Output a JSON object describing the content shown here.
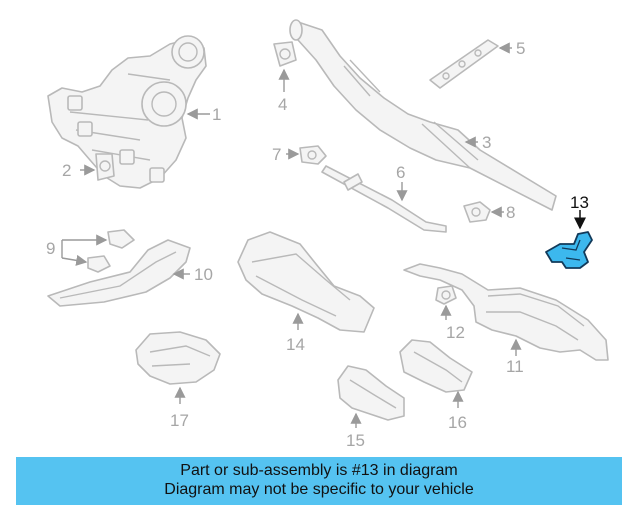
{
  "callouts": {
    "c1": "1",
    "c2": "2",
    "c3": "3",
    "c4": "4",
    "c5": "5",
    "c6": "6",
    "c7": "7",
    "c8": "8",
    "c9": "9",
    "c10": "10",
    "c11": "11",
    "c12": "12",
    "c13": "13",
    "c14": "14",
    "c15": "15",
    "c16": "16",
    "c17": "17"
  },
  "highlight": {
    "part": "13",
    "color": "#3cb8ee"
  },
  "banner": {
    "line1": "Part or sub-assembly is #13 in diagram",
    "line2": "Diagram may not be specific to your vehicle",
    "color": "#55c3f1"
  }
}
